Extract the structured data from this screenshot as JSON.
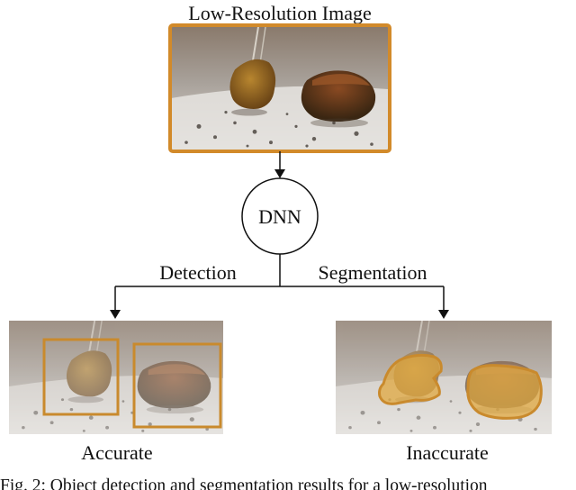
{
  "title": "Low-Resolution Image",
  "network": "DNN",
  "branches": {
    "left_label": "Detection",
    "right_label": "Segmentation"
  },
  "results": {
    "left_label": "Accurate",
    "right_label": "Inaccurate"
  },
  "caption": "Fig. 2: Object detection and segmentation results for a low-resolution",
  "colors": {
    "highlight": "#d28a2a",
    "mask_fill": "#e0a63a",
    "arrow": "#111111",
    "box_stroke": "#c98a2d"
  }
}
